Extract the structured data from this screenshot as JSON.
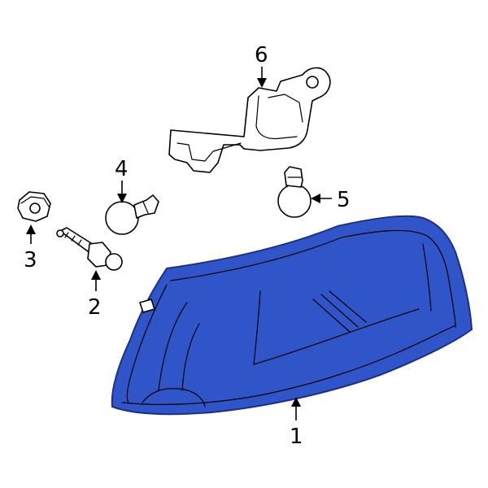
{
  "highlight_color": "#2f55c8",
  "highlight_edge": "#1b2f86",
  "callouts": [
    {
      "id": "1",
      "part": "lamp-assembly"
    },
    {
      "id": "2",
      "part": "bulb-socket"
    },
    {
      "id": "3",
      "part": "nut"
    },
    {
      "id": "4",
      "part": "bulb-a"
    },
    {
      "id": "5",
      "part": "bulb-b"
    },
    {
      "id": "6",
      "part": "mounting-bracket"
    }
  ]
}
